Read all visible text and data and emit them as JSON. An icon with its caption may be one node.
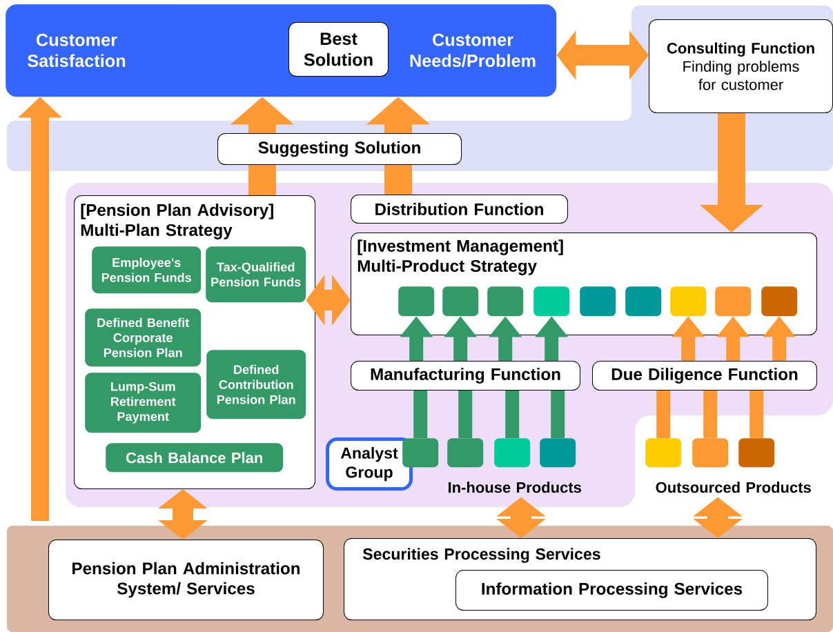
{
  "diagram": {
    "nodes": [
      {
        "text": [
          "Customer Satisfaction",
          "Customer Needs/Problem"
        ]
      },
      {
        "text": [
          "Best Solution"
        ],
        "in": 0
      },
      {
        "text": [
          "Consulting Function",
          "Finding problems for customer"
        ]
      },
      {
        "text": [
          "Suggesting Solution"
        ]
      },
      {
        "text": [
          "[Pension Plan Advisory] Multi-Plan Strategy"
        ]
      },
      {
        "text": [
          "Employee's Pension Funds"
        ],
        "in": 4
      },
      {
        "text": [
          "Tax-Qualified Pension Funds"
        ],
        "in": 4
      },
      {
        "text": [
          "Defined Benefit Corporate Pension Plan"
        ],
        "in": 4
      },
      {
        "text": [
          "Defined Contribution Pension Plan"
        ],
        "in": 4
      },
      {
        "text": [
          "Lump-Sum Retirement Payment"
        ],
        "in": 4
      },
      {
        "text": [
          "Cash Balance Plan"
        ],
        "in": 4
      },
      {
        "text": [
          "Distribution Function"
        ]
      },
      {
        "text": [
          "[Investment Management] Multi-Product Strategy"
        ]
      },
      {
        "text": [],
        "shape": "box",
        "in": 12
      },
      {
        "text": [],
        "shape": "box",
        "in": 12
      },
      {
        "text": [],
        "shape": "box",
        "in": 12
      },
      {
        "text": [],
        "shape": "box",
        "in": 12
      },
      {
        "text": [],
        "shape": "box",
        "in": 12
      },
      {
        "text": [],
        "shape": "box",
        "in": 12
      },
      {
        "text": [],
        "shape": "box",
        "in": 12
      },
      {
        "text": [],
        "shape": "box",
        "in": 12
      },
      {
        "text": [],
        "shape": "box",
        "in": 12
      },
      {
        "text": [
          "Manufacturing Function"
        ]
      },
      {
        "text": [
          "Due Diligence Function"
        ]
      },
      {
        "text": [
          "Analyst Group"
        ]
      },
      {
        "text": [],
        "shape": "box"
      },
      {
        "text": [],
        "shape": "box"
      },
      {
        "text": [],
        "shape": "box"
      },
      {
        "text": [],
        "shape": "box"
      },
      {
        "text": [
          "In-house Products"
        ]
      },
      {
        "text": [],
        "shape": "box"
      },
      {
        "text": [],
        "shape": "box"
      },
      {
        "text": [],
        "shape": "box"
      },
      {
        "text": [
          "Outsourced Products"
        ]
      },
      {
        "text": [
          "Pension Plan Administration System/ Services"
        ]
      },
      {
        "text": [
          "Securities Processing Services"
        ]
      },
      {
        "text": [
          "Information Processing Services"
        ],
        "in": 35
      }
    ],
    "edges": [
      {
        "from": 0,
        "to": 2,
        "arrow": "both"
      },
      {
        "from": 2,
        "to": 12,
        "arrow": "to",
        "style": "thick"
      },
      {
        "from": 4,
        "to": 3,
        "arrow": "none",
        "style": "thick"
      },
      {
        "from": 3,
        "to": 0,
        "arrow": "to",
        "style": "thick"
      },
      {
        "from": 11,
        "to": 3,
        "arrow": "none",
        "style": "thick"
      },
      {
        "from": 3,
        "to": 0,
        "arrow": "to",
        "style": "thick"
      },
      {
        "from": null,
        "to": 0,
        "arrow": "to"
      },
      {
        "from": 6,
        "to": 12,
        "arrow": "both"
      },
      {
        "from": 25,
        "to": 22,
        "arrow": "none",
        "color": "#339966"
      },
      {
        "from": 26,
        "to": 22,
        "arrow": "none",
        "color": "#339966"
      },
      {
        "from": 27,
        "to": 22,
        "arrow": "none",
        "color": "#339966"
      },
      {
        "from": 28,
        "to": 22,
        "arrow": "none",
        "color": "#339966"
      },
      {
        "from": 22,
        "to": 13,
        "arrow": "to",
        "color": "#339966"
      },
      {
        "from": 22,
        "to": 14,
        "arrow": "to",
        "color": "#339966"
      },
      {
        "from": 22,
        "to": 15,
        "arrow": "to",
        "color": "#339966"
      },
      {
        "from": 22,
        "to": 16,
        "arrow": "to",
        "color": "#339966"
      },
      {
        "from": 30,
        "to": 23,
        "arrow": "none"
      },
      {
        "from": 31,
        "to": 23,
        "arrow": "none"
      },
      {
        "from": 32,
        "to": 23,
        "arrow": "none"
      },
      {
        "from": 23,
        "to": 19,
        "arrow": "to"
      },
      {
        "from": 23,
        "to": 20,
        "arrow": "to"
      },
      {
        "from": 23,
        "to": 21,
        "arrow": "to"
      },
      {
        "from": 4,
        "to": 34,
        "arrow": "both"
      },
      {
        "from": 29,
        "to": 35,
        "arrow": "both"
      },
      {
        "from": 33,
        "to": 35,
        "arrow": "both"
      }
    ]
  }
}
